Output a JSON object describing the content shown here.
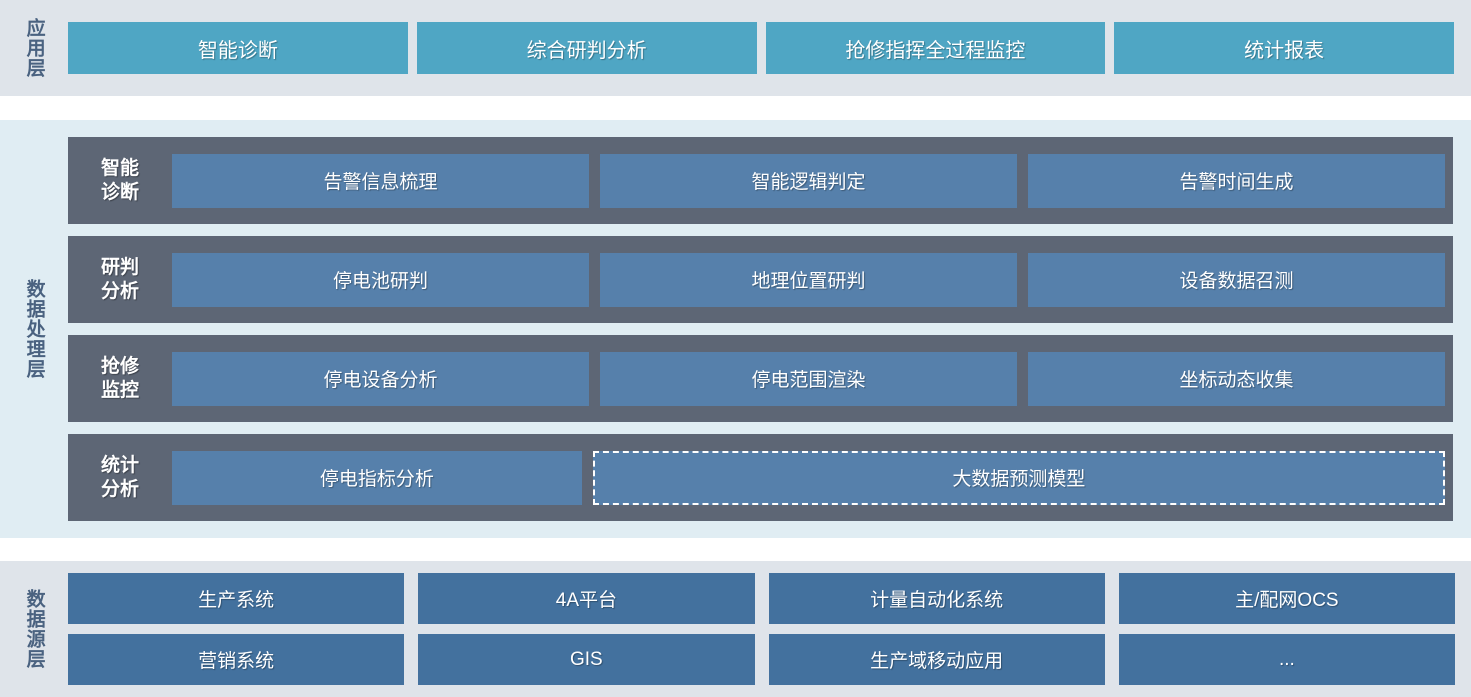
{
  "colors": {
    "app_band_bg": "#dfe4ea",
    "proc_band_bg": "#e0edf3",
    "src_band_bg": "#dfe4ea",
    "app_box": "#4fa6c4",
    "proc_row": "#5d6675",
    "proc_cell": "#5680ab",
    "src_box": "#43719e",
    "layer_label_text": "#4a6280",
    "box_text": "#ffffff",
    "dashed_border": "#ffffff"
  },
  "layers": {
    "application": {
      "label": "应用层",
      "boxes": [
        {
          "label": "智能诊断"
        },
        {
          "label": "综合研判分析"
        },
        {
          "label": "抢修指挥全过程监控"
        },
        {
          "label": "统计报表"
        }
      ]
    },
    "processing": {
      "label": "数据处理层",
      "rows": [
        {
          "label": "智能\n诊断",
          "label_line1": "智能",
          "label_line2": "诊断",
          "cells": [
            {
              "label": "告警信息梳理",
              "dashed": false
            },
            {
              "label": "智能逻辑判定",
              "dashed": false
            },
            {
              "label": "告警时间生成",
              "dashed": false
            }
          ]
        },
        {
          "label": "研判\n分析",
          "label_line1": "研判",
          "label_line2": "分析",
          "cells": [
            {
              "label": "停电池研判",
              "dashed": false
            },
            {
              "label": "地理位置研判",
              "dashed": false
            },
            {
              "label": "设备数据召测",
              "dashed": false
            }
          ]
        },
        {
          "label": "抢修\n监控",
          "label_line1": "抢修",
          "label_line2": "监控",
          "cells": [
            {
              "label": "停电设备分析",
              "dashed": false
            },
            {
              "label": "停电范围渲染",
              "dashed": false
            },
            {
              "label": "坐标动态收集",
              "dashed": false
            }
          ]
        },
        {
          "label": "统计\n分析",
          "label_line1": "统计",
          "label_line2": "分析",
          "cells": [
            {
              "label": "停电指标分析",
              "dashed": false
            },
            {
              "label": "大数据预测模型",
              "dashed": true
            }
          ]
        }
      ]
    },
    "datasource": {
      "label": "数据源层",
      "rows": [
        [
          {
            "label": "生产系统"
          },
          {
            "label": "4A平台"
          },
          {
            "label": "计量自动化系统"
          },
          {
            "label": "主/配网OCS"
          }
        ],
        [
          {
            "label": "营销系统"
          },
          {
            "label": "GIS"
          },
          {
            "label": "生产域移动应用"
          },
          {
            "label": "..."
          }
        ]
      ]
    }
  }
}
